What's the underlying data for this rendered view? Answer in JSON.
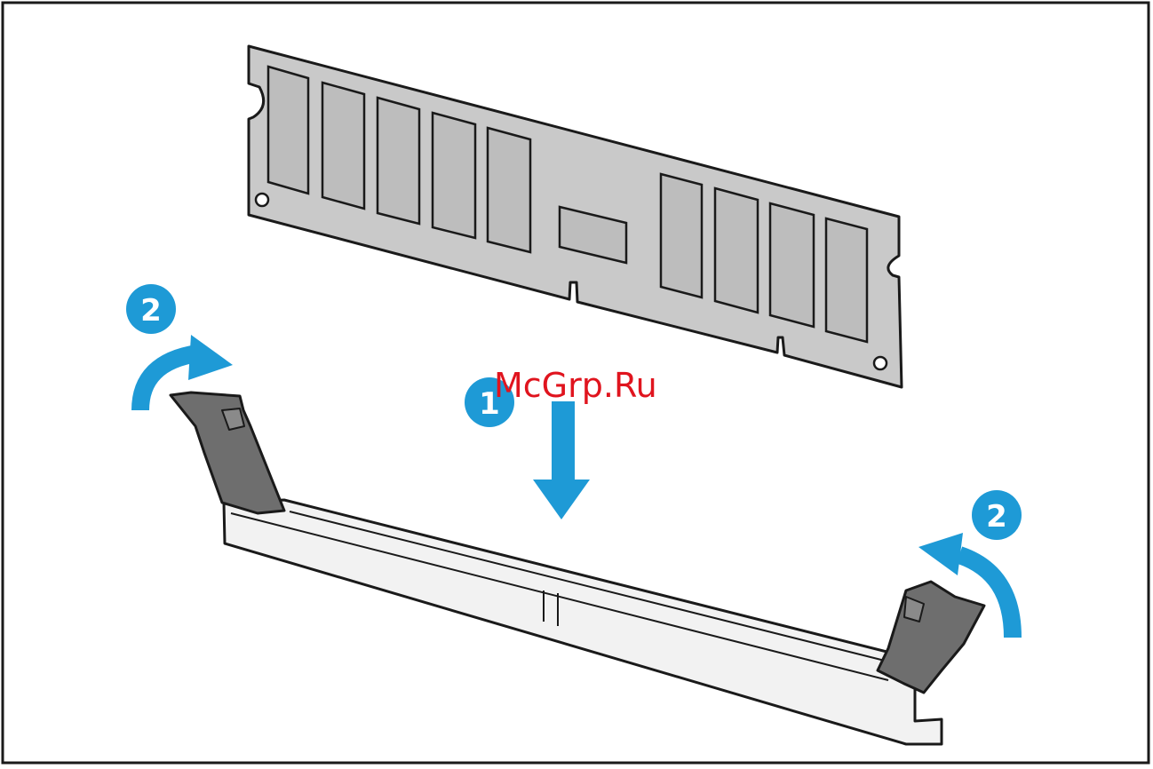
{
  "watermark": "McGrp.Ru",
  "steps": {
    "insert": "1",
    "left_latch": "2",
    "right_latch": "2"
  },
  "colors": {
    "step_blue": "#1e9ad6",
    "module_gray": "#c9c9c9",
    "chip_gray": "#bdbdbd",
    "latch_gray": "#6e6e6e",
    "slot_white": "#f2f2f2",
    "outline": "#1a1a1a",
    "watermark_red": "#e0141e"
  }
}
